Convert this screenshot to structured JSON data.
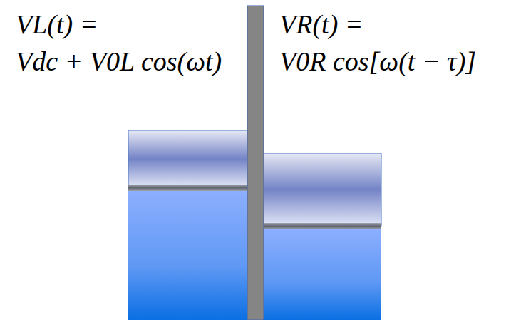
{
  "diagram": {
    "labels": [
      "VL(t) =",
      "Vdc + V0L cos(ωt)",
      "VR(t) =",
      "V0R cos[ω(t − τ)]"
    ]
  }
}
